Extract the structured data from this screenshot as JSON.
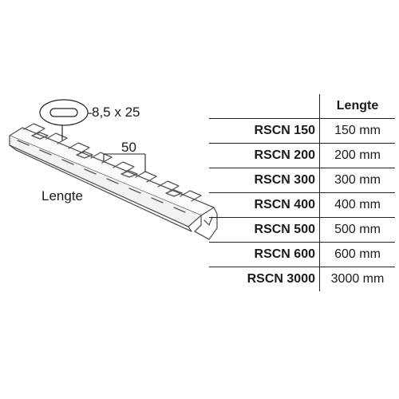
{
  "diagram": {
    "slot_label": "8,5 x 25",
    "pitch_label": "50",
    "length_label": "Lengte"
  },
  "table": {
    "header": "Lengte",
    "rows": [
      {
        "code": "RSCN 150",
        "length": "150 mm"
      },
      {
        "code": "RSCN 200",
        "length": "200 mm"
      },
      {
        "code": "RSCN 300",
        "length": "300 mm"
      },
      {
        "code": "RSCN 400",
        "length": "400 mm"
      },
      {
        "code": "RSCN 500",
        "length": "500 mm"
      },
      {
        "code": "RSCN 600",
        "length": "600 mm"
      },
      {
        "code": "RSCN 3000",
        "length": "3000 mm"
      }
    ]
  },
  "colors": {
    "line": "#555555",
    "text": "#1a1a1a",
    "background": "#ffffff"
  }
}
